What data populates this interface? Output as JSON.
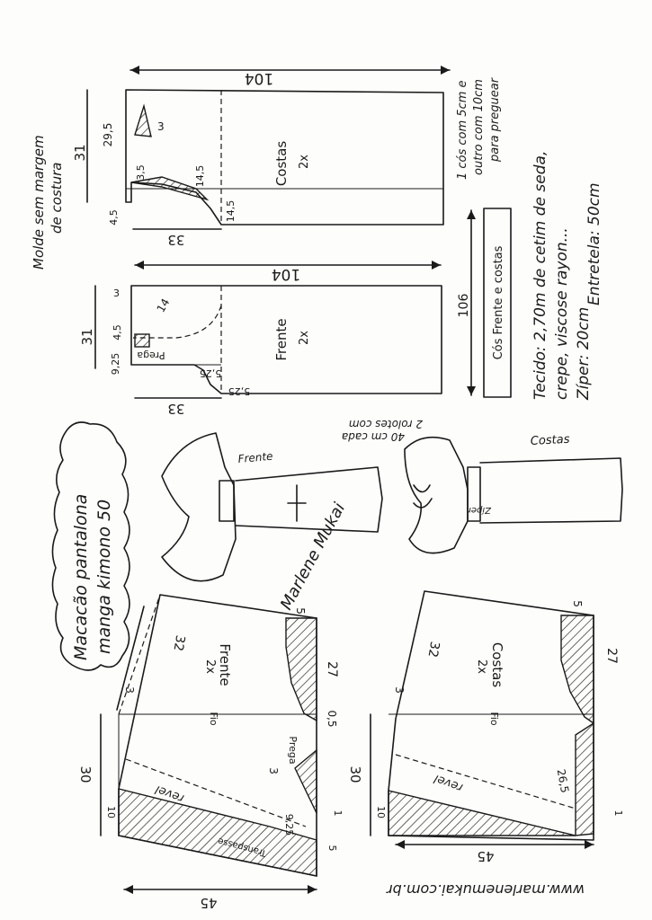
{
  "notes": {
    "molde": "Molde sem margem",
    "costura": "de costura"
  },
  "title": {
    "line1": "Macacão pantalona",
    "line2": "manga kimono 50"
  },
  "upper_back": {
    "label": "Costas",
    "count": "2x",
    "width": "104",
    "height": "31",
    "m1": "29,5",
    "m2": "3",
    "m3": "3,5",
    "m4": "14,5",
    "m5": "14,5",
    "m6": "4,5",
    "m7": "33"
  },
  "upper_front": {
    "label": "Frente",
    "count": "2x",
    "width": "104",
    "height": "31",
    "m1": "3",
    "m2": "14",
    "m3": "4,5",
    "m4": "9,25",
    "m5": "5,25",
    "m6": "5,25",
    "m7": "33",
    "prega": "Prega"
  },
  "waistband": {
    "label": "Cós Frente e costas",
    "length": "106",
    "note1": "1 cós com 5cm e",
    "note2": "outro com 10cm",
    "note3": "para preguear"
  },
  "fabric": {
    "l1": "Tecido: 2,70m de cetim de seda,",
    "l2": "crepe, viscose rayon...",
    "l3": "Zíper: 20cm",
    "l4": "Entretela: 50cm"
  },
  "sketch": {
    "front": "Frente",
    "back": "Costas",
    "rolotes1": "2 rolotes com",
    "rolotes2": "40 cm cada",
    "zipper": "Zíper",
    "signature": "Marlene Mukai"
  },
  "bodice_front": {
    "label": "Frente",
    "count": "2x",
    "m32": "32",
    "m5": "5",
    "m27": "27",
    "m3": "3",
    "m05": "0,5",
    "fio": "Fio",
    "revel": "revel",
    "prega": "Prega",
    "p3": "3",
    "m925": "9,25",
    "m1": "1",
    "m30": "30",
    "m10": "10",
    "m45": "45",
    "m5b": "5",
    "transpasse": "Transpasse"
  },
  "bodice_back": {
    "label": "Costas",
    "count": "2x",
    "m32": "32",
    "m5": "5",
    "m27": "27",
    "m3": "3",
    "fio": "Fio",
    "revel": "revel",
    "m265": "26,5",
    "m1": "1",
    "m30": "30",
    "m10": "10",
    "m45": "45"
  },
  "website": "www.marlenemukai.com.br"
}
